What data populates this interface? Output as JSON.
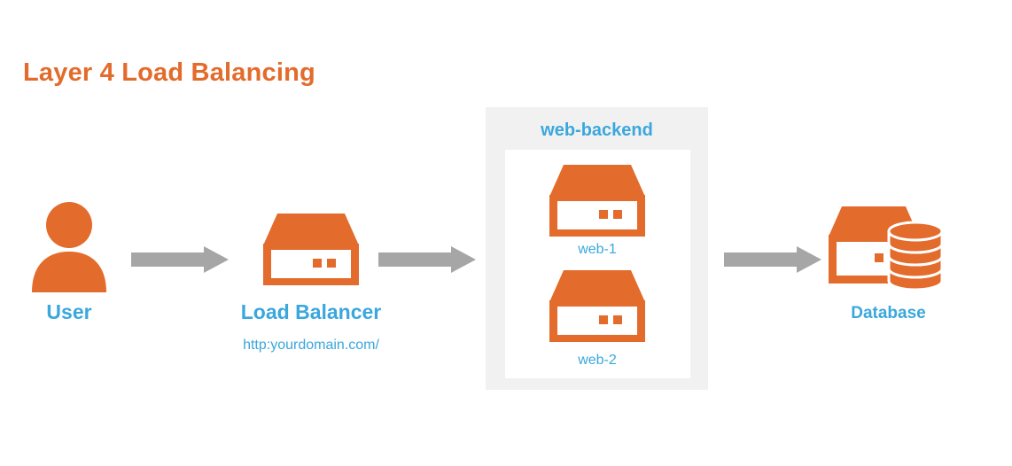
{
  "title": "Layer 4 Load Balancing",
  "nodes": {
    "user": {
      "label": "User",
      "icon": "user-icon"
    },
    "load_balancer": {
      "label": "Load Balancer",
      "url": "http:yourdomain.com/",
      "icon": "server-icon"
    },
    "backend": {
      "title": "web-backend",
      "servers": [
        {
          "label": "web-1",
          "icon": "server-icon"
        },
        {
          "label": "web-2",
          "icon": "server-icon"
        }
      ]
    },
    "database": {
      "label": "Database",
      "icon": "database-server-icon"
    }
  },
  "colors": {
    "accent": "#e36b2c",
    "label": "#3aa7dd",
    "arrow": "#a6a6a6",
    "panel": "#f1f1f1"
  }
}
